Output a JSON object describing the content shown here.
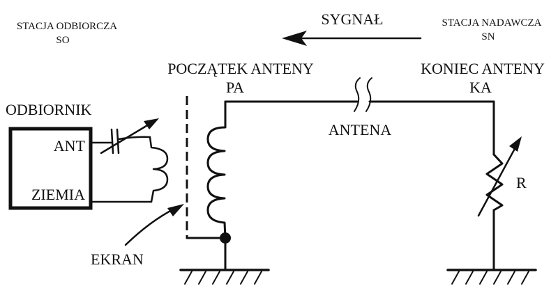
{
  "receiver_station": {
    "title": "STACJA ODBIORCZA",
    "abbr": "SO"
  },
  "transmitter_station": {
    "title": "STACJA NADAWCZA",
    "abbr": "SN"
  },
  "signal_label": "SYGNAŁ",
  "antenna_start": {
    "title": "POCZĄTEK ANTENY",
    "abbr": "PA"
  },
  "antenna_end": {
    "title": "KONIEC ANTENY",
    "abbr": "KA"
  },
  "receiver": {
    "label": "ODBIORNIK",
    "terminal_ant": "ANT",
    "terminal_ground": "ZIEMIA"
  },
  "antenna_label": "ANTENA",
  "resistor_label": "R",
  "shield_label": "EKRAN",
  "colors": {
    "ink": "#111111",
    "background": "#ffffff"
  }
}
